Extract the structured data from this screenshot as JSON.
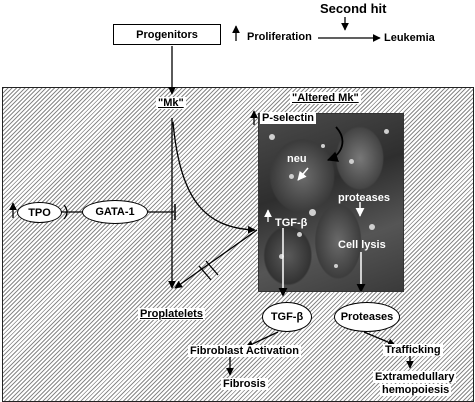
{
  "top": {
    "second_hit": "Second hit",
    "progenitors": "Progenitors",
    "proliferation": "Proliferation",
    "leukemia": "Leukemia"
  },
  "panel": {
    "mk": "\"Mk\"",
    "altered_mk": "\"Altered Mk\"",
    "p_selectin": "P-selectin",
    "tpo": "TPO",
    "gata1": "GATA-1",
    "proplatelets": "Proplatelets"
  },
  "micrograph": {
    "neu": "neu",
    "proteases": "proteases",
    "tgf_beta": "TGF-β",
    "cell_lysis": "Cell lysis"
  },
  "bottom": {
    "tgf_beta": "TGF-β",
    "proteases": "Proteases",
    "fibroblast_activation": "Fibroblast Activation",
    "fibrosis": "Fibrosis",
    "trafficking": "Trafficking",
    "extramedullary_1": "Extramedullary",
    "extramedullary_2": "hemopoiesis"
  }
}
